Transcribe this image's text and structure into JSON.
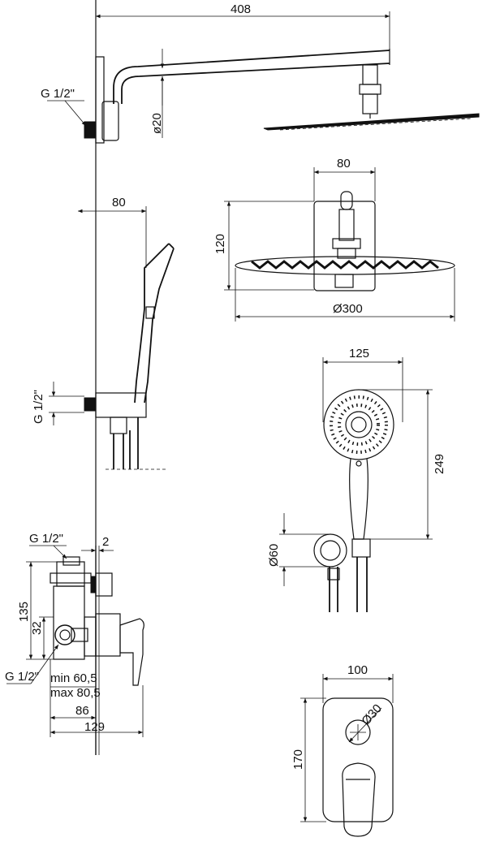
{
  "labels": {
    "arm_length": "408",
    "thread_top": "G 1/2\"",
    "arm_diameter": "ø20",
    "head_depth_width": "80",
    "head_depth_height": "120",
    "head_diameter": "Ø300",
    "hand_offset": "80",
    "hand_thread": "G 1/2\"",
    "hand_width": "125",
    "hand_length": "249",
    "holder_diameter": "Ø60",
    "mixer_thread_top": "G 1/2\"",
    "plate_thickness": "2",
    "body_height": "135",
    "body_offset": "32",
    "mixer_thread_bottom": "G 1/2\"",
    "min_depth": "min 60,5",
    "max_depth": "max 80,5",
    "depth_86": "86",
    "depth_129": "129",
    "plate_width": "100",
    "plate_height": "170",
    "knob_diameter": "Ø30"
  }
}
